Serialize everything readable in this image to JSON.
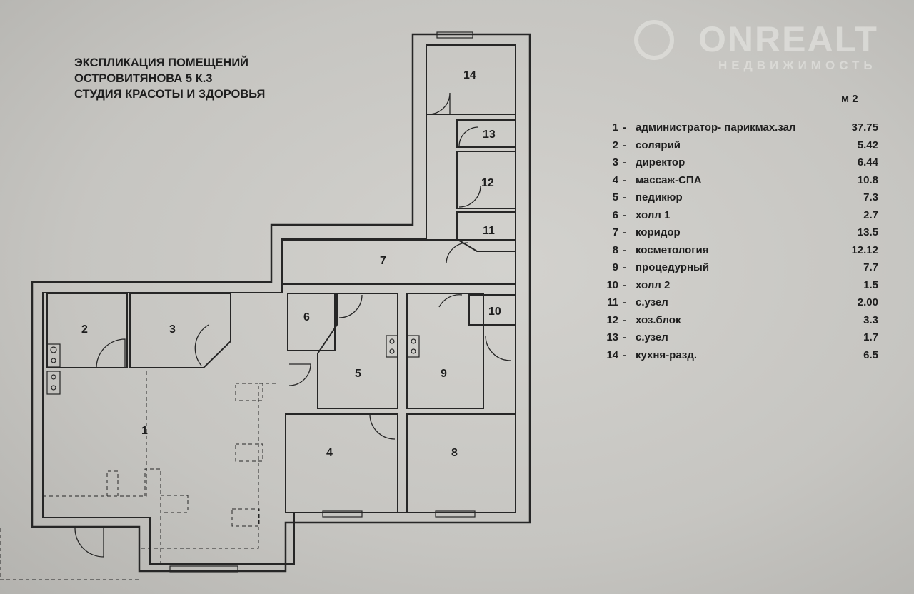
{
  "title": {
    "line1": "ЭКСПЛИКАЦИЯ ПОМЕЩЕНИЙ",
    "line2": "ОСТРОВИТЯНОВА 5 К.3",
    "line3": "СТУДИЯ КРАСОТЫ И ЗДОРОВЬЯ"
  },
  "watermark": {
    "name": "ONREALT",
    "sub": "НЕДВИЖИМОСТЬ"
  },
  "legend": {
    "unit": "м 2",
    "rooms": [
      {
        "num": "1",
        "name": "администратор- парикмах.зал",
        "area": "37.75"
      },
      {
        "num": "2",
        "name": "солярий",
        "area": "5.42"
      },
      {
        "num": "3",
        "name": "директор",
        "area": "6.44"
      },
      {
        "num": "4",
        "name": "массаж-СПА",
        "area": "10.8"
      },
      {
        "num": "5",
        "name": "педикюр",
        "area": "7.3"
      },
      {
        "num": "6",
        "name": "холл 1",
        "area": "2.7"
      },
      {
        "num": "7",
        "name": "коридор",
        "area": "13.5"
      },
      {
        "num": "8",
        "name": "косметология",
        "area": "12.12"
      },
      {
        "num": "9",
        "name": "процедурный",
        "area": "7.7"
      },
      {
        "num": "10",
        "name": "холл 2",
        "area": "1.5"
      },
      {
        "num": "11",
        "name": "с.узел",
        "area": "2.00"
      },
      {
        "num": "12",
        "name": "хоз.блок",
        "area": "3.3"
      },
      {
        "num": "13",
        "name": "с.узел",
        "area": "1.7"
      },
      {
        "num": "14",
        "name": "кухня-разд.",
        "area": "6.5"
      }
    ]
  },
  "colors": {
    "ink": "#1e1e1e",
    "paper": "#c9c8c4"
  }
}
